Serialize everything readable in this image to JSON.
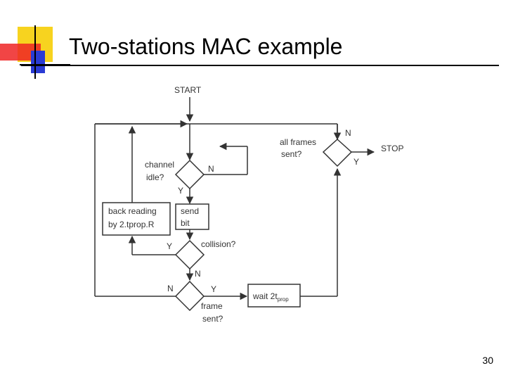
{
  "slide": {
    "title": "Two-stations MAC example",
    "page_number": "30"
  },
  "colors": {
    "logo_yellow": "#f7d31f",
    "logo_red": "#ee2424",
    "logo_blue": "#2a3bd4",
    "line": "#333333"
  },
  "flowchart": {
    "start": "START",
    "stop": "STOP",
    "channel_idle": [
      "channel",
      "idle?"
    ],
    "all_frames_sent": [
      "all frames",
      "sent?"
    ],
    "send_bit": [
      "send",
      "bit"
    ],
    "back_reading": [
      "back reading",
      "by 2.tprop.R"
    ],
    "collision": "collision?",
    "frame_sent": [
      "frame",
      "sent?"
    ],
    "wait_main": "wait 2t",
    "wait_sub": "prop",
    "labels": {
      "all_frames_no": "N",
      "all_frames_yes": "Y",
      "channel_no": "N",
      "channel_yes": "Y",
      "collision_yes": "Y",
      "collision_no": "N",
      "frame_no": "N",
      "frame_yes": "Y"
    }
  }
}
